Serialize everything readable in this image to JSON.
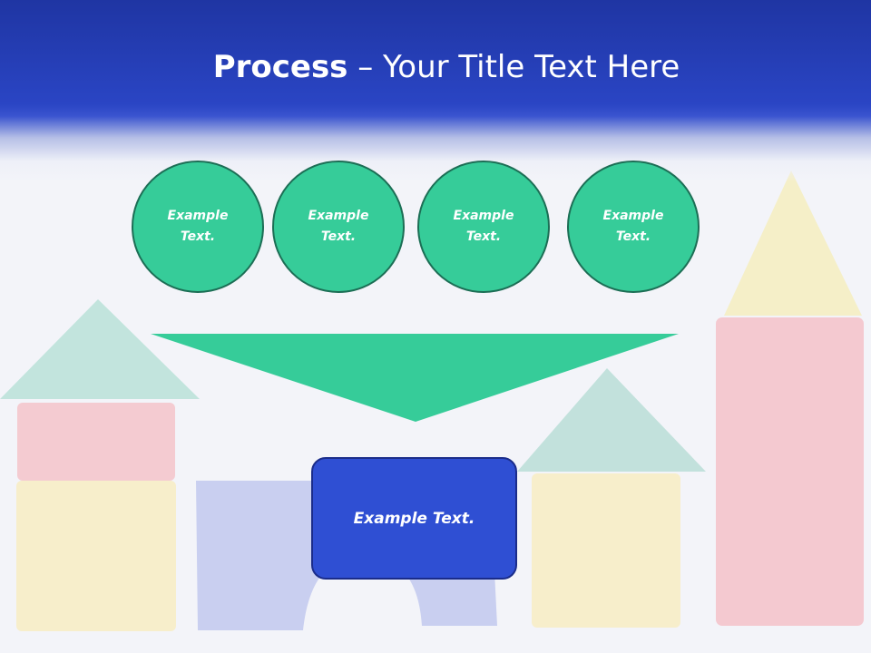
{
  "slide": {
    "title_bold": "Process",
    "title_rest": " – Your Title Text Here"
  },
  "steps": [
    {
      "line1": "Example",
      "line2": "Text."
    },
    {
      "line1": "Example",
      "line2": "Text."
    },
    {
      "line1": "Example",
      "line2": "Text."
    },
    {
      "line1": "Example",
      "line2": "Text."
    }
  ],
  "result": {
    "label": "Example Text."
  },
  "colors": {
    "header_blue": "#2a45c4",
    "circle_green": "#36cc99",
    "circle_border": "#1c6e55",
    "funnel_green": "#36cc99",
    "result_blue": "#2f4fd3"
  }
}
